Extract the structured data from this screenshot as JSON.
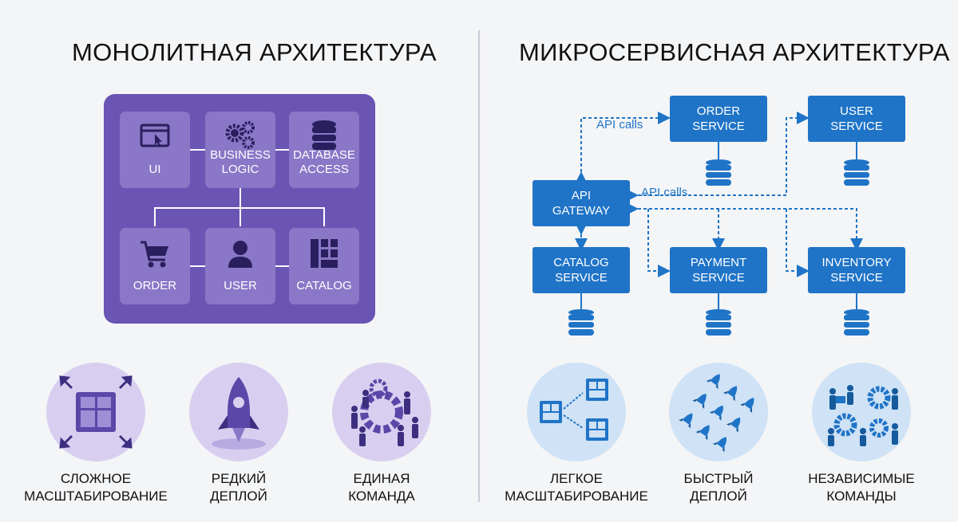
{
  "left": {
    "title": "МОНОЛИТНАЯ АРХИТЕКТУРА",
    "modules": {
      "ui": "UI",
      "business_logic": "BUSINESS\nLOGIC",
      "database_access": "DATABASE\nACCESS",
      "order": "ORDER",
      "user": "USER",
      "catalog": "CATALOG"
    },
    "features": [
      {
        "label": "СЛОЖНОЕ\nМАСШТАБИРОВАНИЕ",
        "icon": "expand-module-icon"
      },
      {
        "label": "РЕДКИЙ\nДЕПЛОЙ",
        "icon": "rocket-icon"
      },
      {
        "label": "ЕДИНАЯ\nКОМАНДА",
        "icon": "team-gear-icon"
      }
    ]
  },
  "right": {
    "title": "МИКРОСЕРВИСНАЯ АРХИТЕКТУРА",
    "services": {
      "gateway": "API\nGATEWAY",
      "order": "ORDER\nSERVICE",
      "user": "USER\nSERVICE",
      "catalog": "CATALOG\nSERVICE",
      "payment": "PAYMENT\nSERVICE",
      "inventory": "INVENTORY\nSERVICE"
    },
    "api_label_1": "API calls",
    "api_label_2": "API calls",
    "features": [
      {
        "label": "ЛЕГКОЕ\nМАСШТАБИРОВАНИЕ",
        "icon": "distributed-modules-icon"
      },
      {
        "label": "БЫСТРЫЙ\nДЕПЛОЙ",
        "icon": "many-rockets-icon"
      },
      {
        "label": "НЕЗАВИСИМЫЕ\nКОМАНДЫ",
        "icon": "teams-gears-icon"
      }
    ]
  },
  "colors": {
    "monolith": "#6a54b4",
    "module": "#8a77c7",
    "service": "#1f74c7",
    "background": "#f4f5f7"
  }
}
